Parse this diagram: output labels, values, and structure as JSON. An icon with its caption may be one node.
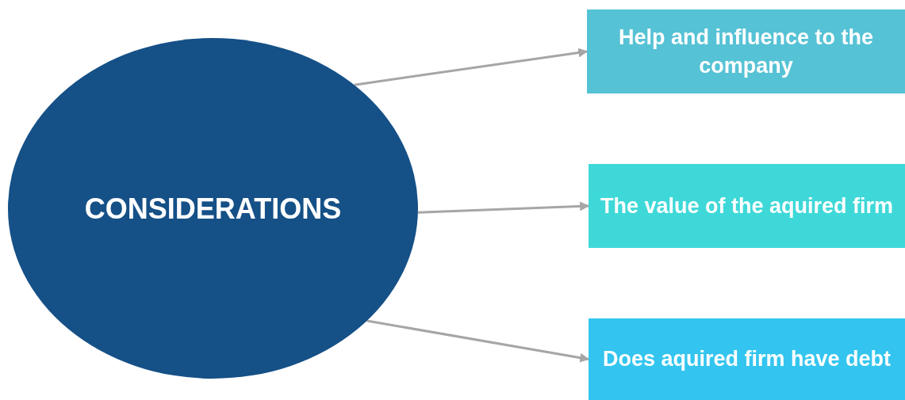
{
  "diagram": {
    "nodes": [
      {
        "text": [
          "CONSIDERATIONS"
        ]
      },
      {
        "text": [
          "Help and influence to the company"
        ]
      },
      {
        "text": [
          "The value of the aquired firm"
        ]
      },
      {
        "text": [
          "Does aquired firm have debt"
        ]
      }
    ],
    "edges": [
      {
        "from": 0,
        "to": 1,
        "arrow": "to"
      },
      {
        "from": 0,
        "to": 2,
        "arrow": "to"
      },
      {
        "from": 0,
        "to": 3,
        "arrow": "to"
      }
    ]
  }
}
